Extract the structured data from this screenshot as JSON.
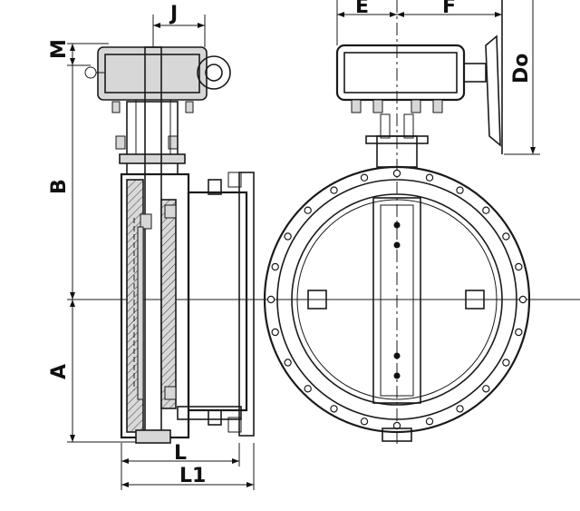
{
  "drawing": {
    "labels": {
      "J": "J",
      "E": "E",
      "F": "F",
      "M": "M",
      "Do": "Do",
      "B": "B",
      "A": "A",
      "L": "L",
      "L1": "L1"
    }
  }
}
